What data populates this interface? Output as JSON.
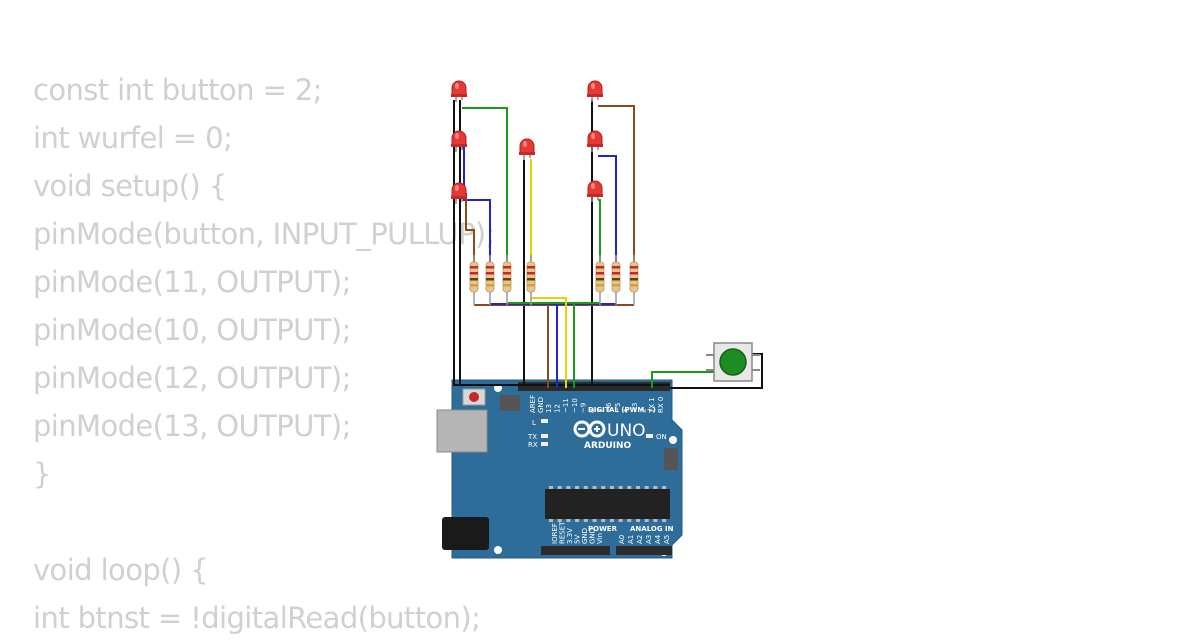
{
  "code_lines": [
    "const int button = 2;",
    "int wurfel = 0;",
    "void setup() {",
    "pinMode(button, INPUT_PULLUP);",
    "pinMode(11, OUTPUT);",
    "pinMode(10, OUTPUT);",
    "pinMode(12, OUTPUT);",
    "pinMode(13, OUTPUT);",
    "}",
    "",
    "void loop() {",
    "int btnst = !digitalRead(button);"
  ],
  "board": {
    "brand": "ARDUINO",
    "model": "UNO",
    "digital_label": "DIGITAL (PWM ~)",
    "on_label": "ON",
    "l_label": "L",
    "tx_label": "TX",
    "rx_label": "RX",
    "power_label": "POWER",
    "analog_label": "ANALOG IN",
    "aref_label": "AREF",
    "gnd_label": "GND",
    "digital_pins": [
      "13",
      "12",
      "~11",
      "~10",
      "~9",
      "8",
      "7",
      "~6",
      "~5",
      "4",
      "~3",
      "2",
      "TX 1",
      "RX 0"
    ],
    "power_pins": [
      "IOREF",
      "RESET",
      "3.3V",
      "5V",
      "GND",
      "GND",
      "Vin"
    ],
    "analog_pins": [
      "A0",
      "A1",
      "A2",
      "A3",
      "A4",
      "A5"
    ]
  },
  "colors": {
    "code_text": "#d0d0d0",
    "board": "#2e6d99",
    "led": "#e53935",
    "button_cap": "#1e8c24",
    "wire_black": "#111111",
    "wire_green": "#1a9a1a",
    "wire_blue": "#2424c8",
    "wire_yellow": "#e6d200",
    "wire_brown": "#8b4a1a"
  }
}
